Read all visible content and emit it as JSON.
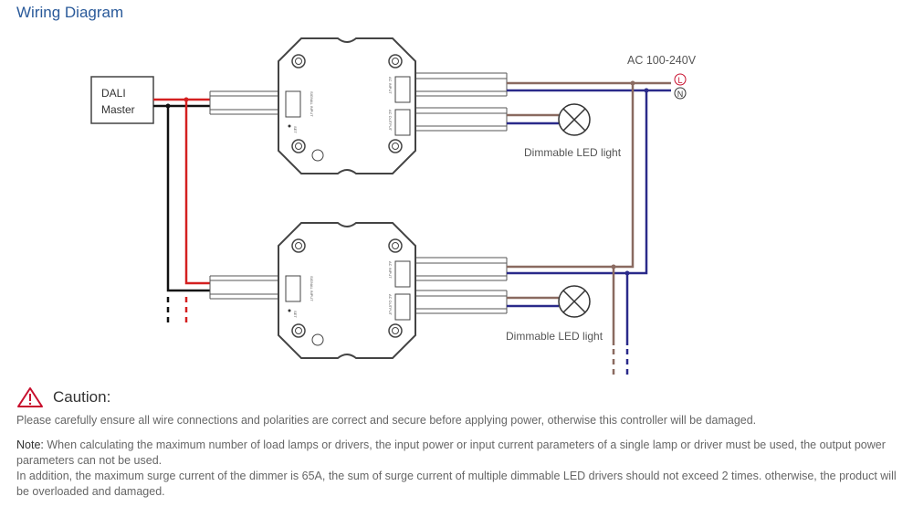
{
  "title": "Wiring Diagram",
  "diagram": {
    "master": [
      "DALI",
      "Master"
    ],
    "ac_label": "AC 100-240V",
    "L": "L",
    "N": "N",
    "lamp_label_1": "Dimmable LED light",
    "lamp_label_2": "Dimmable LED light",
    "signal_input": "SIGNAL INPUT",
    "ac_input": "AC INPUT",
    "ac_output": "AC OUTPUT",
    "set": "SET",
    "colors": {
      "live": "#8a6a60",
      "neutral": "#2a2a8a",
      "dali_plus": "#d42020",
      "dali_minus": "#111111",
      "title": "#2a5a9a",
      "warning": "#c8102e"
    }
  },
  "caution": {
    "heading": "Caution:",
    "text": "Please carefully ensure all wire connections and polarities are correct and secure before applying power, otherwise this controller will be damaged.",
    "note_label": "Note:",
    "note_text": " When calculating the maximum number of load lamps or drivers, the input power or input current parameters of a single lamp or driver must be used, the output power parameters can not be used.",
    "note_text2": "In addition, the maximum surge current of the dimmer is 65A, the sum of surge current of multiple dimmable LED drivers should not exceed 2 times. otherwise, the product will be overloaded and damaged."
  }
}
